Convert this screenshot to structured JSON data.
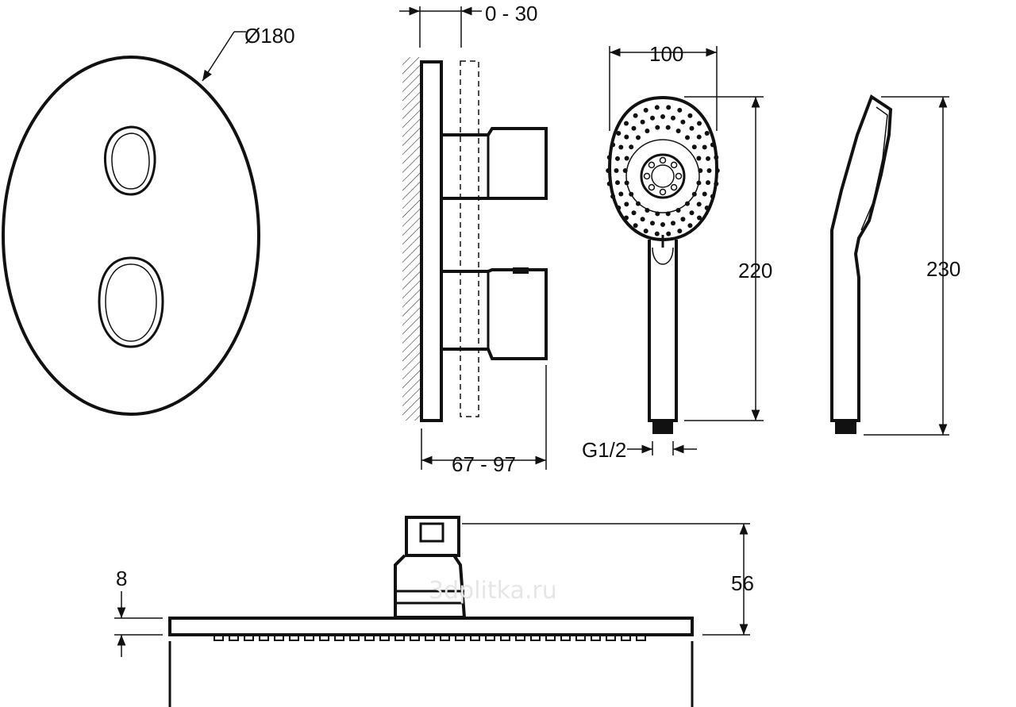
{
  "labels": {
    "diameter": "Ø180",
    "projection": "0 - 30",
    "depth": "67 - 97",
    "head_width": "100",
    "handshower_length": "220",
    "side_length": "230",
    "thread": "G1/2",
    "plate_thickness": "8",
    "overhead_height": "56"
  },
  "watermark": "3dplitka.ru"
}
